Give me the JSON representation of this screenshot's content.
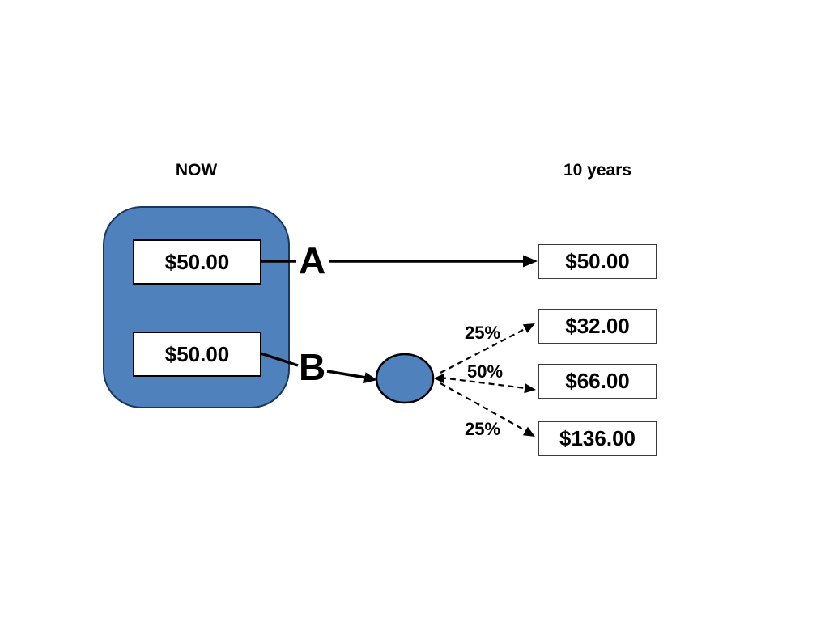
{
  "diagram": {
    "now_label": "NOW",
    "future_label": "10 years",
    "option_a": {
      "label": "A",
      "initial_value": "$50.00",
      "outcome_value": "$50.00"
    },
    "option_b": {
      "label": "B",
      "initial_value": "$50.00",
      "outcomes": [
        {
          "probability": "25%",
          "value": "$32.00"
        },
        {
          "probability": "50%",
          "value": "$66.00"
        },
        {
          "probability": "25%",
          "value": "$136.00"
        }
      ]
    },
    "colors": {
      "shape_fill": "#4f81bd",
      "shape_border": "#17375d",
      "line_color": "#000000"
    }
  }
}
